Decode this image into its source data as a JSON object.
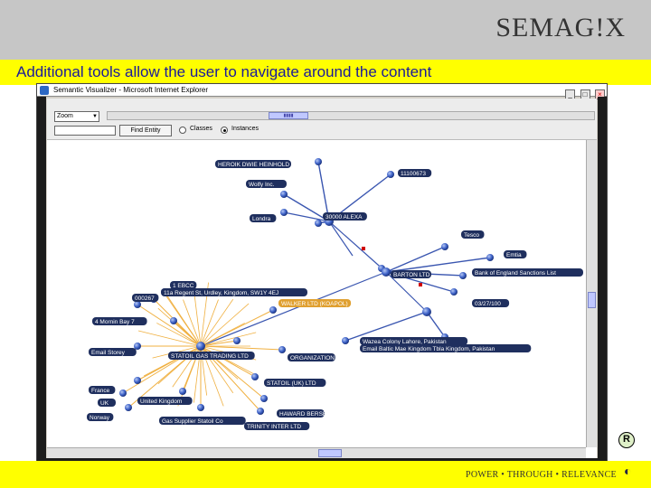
{
  "header": {
    "logo_text": "SEMAG!X",
    "slide_title": "Additional tools allow the user to navigate around the content"
  },
  "footer": {
    "tagline": "POWER • THROUGH • RELEVANCE",
    "registered_mark": "R"
  },
  "window": {
    "title": "Semantic Visualizer - Microsoft Internet Explorer",
    "buttons": {
      "minimize": "_",
      "maximize": "□",
      "close": "×"
    }
  },
  "toolbar": {
    "zoom_value": "Zoom",
    "find_button": "Find Entity",
    "search_value": "",
    "radio_classes": "Classes",
    "radio_instances": "Instances",
    "selected_mode": "Instances"
  },
  "colors": {
    "title_color": "#1a1a9a",
    "yellow_band": "#ffff00",
    "gray_band": "#c6c6c6",
    "node_label_bg": "#1f2f5e",
    "highlight_label_bg": "#e0a030",
    "node_fill": "#3f63c8",
    "star_color": "#f0b040",
    "spoke_color": "#3a56b0"
  },
  "graph": {
    "labels": [
      "HEROIK DWIE HEINHOLD",
      "11100673",
      "Wolfy Inc.",
      "Londra",
      "30000 ALEXA",
      "Tesco",
      "Emtia",
      "BARTON LTD",
      "Bank of England Sanctions List",
      "03/27/100",
      "1 EBCC",
      "11a Regent St, Urdley, Kingdom, SW1Y 4EJ",
      "000267",
      "WALKER LTD (KOAPOL)",
      "4 Mornin Bay 7",
      "Email Storey",
      "STATOIL GAS TRADING LTD",
      "ORGANIZATION",
      "STATOIL (UK) LTD",
      "France",
      "UK",
      "United Kingdom",
      "Norway",
      "Gas Supplier Statoil Co",
      "TRINITY INTER LTD",
      "HAWARD BERSE",
      "Wazea Colony Lahore, Pakistan",
      "Email Baltic Mae Kingdom Tbla Kingdom, Pakistan"
    ]
  }
}
